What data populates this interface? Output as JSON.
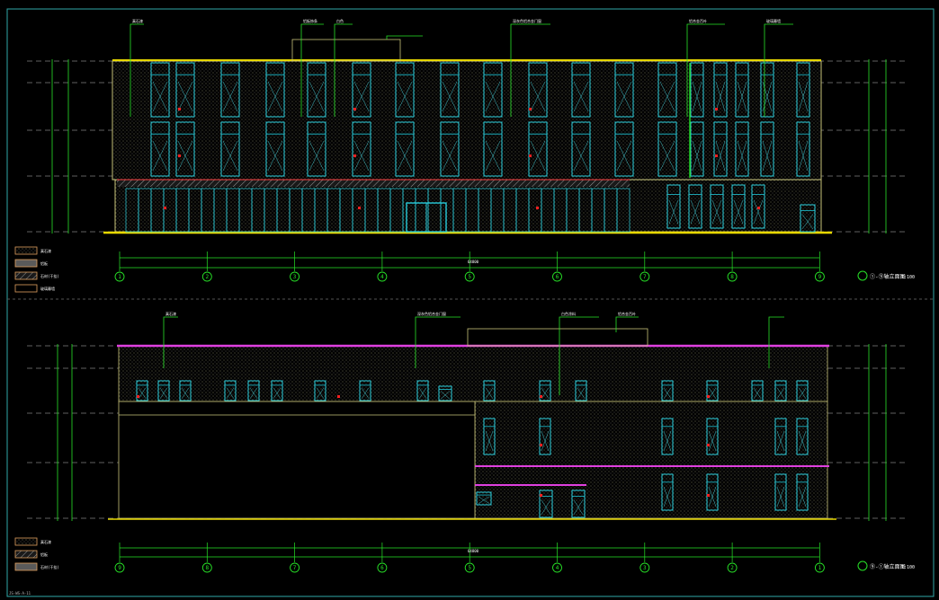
{
  "colors": {
    "background": "#000000",
    "frame": "#2fa7a7",
    "ground": "#e8d800",
    "glass": "#22c8d8",
    "grid": "#27e327",
    "dim": "#27e327",
    "note": "#ffffff",
    "parapet": "#e040e0",
    "accent_red": "#ff2020",
    "wall": "#3a3a3a",
    "frame_line": "#f0e0a0"
  },
  "elevation_top": {
    "axis_labels": [
      "1",
      "2",
      "3",
      "4",
      "5",
      "6",
      "7",
      "8",
      "9"
    ],
    "title": "①-⑨轴立面图",
    "scale": "1:100",
    "legend": [
      {
        "swatch": "swatch-dots",
        "label": "真石漆"
      },
      {
        "swatch": "swatch-gray",
        "label": "铝板"
      },
      {
        "swatch": "swatch-hatch",
        "label": "石材(干挂)"
      },
      {
        "swatch": "swatch-outline",
        "label": "玻璃幕墙"
      }
    ],
    "callouts": [
      "真石漆",
      "铝板饰条",
      "白色",
      "深灰色铝合金门窗",
      "铝合金百叶",
      "玻璃幕墙"
    ],
    "overall_dim": "64800"
  },
  "elevation_bottom": {
    "axis_labels": [
      "9",
      "8",
      "7",
      "6",
      "5",
      "4",
      "3",
      "2",
      "1"
    ],
    "title": "⑨-①轴立面图",
    "scale": "1:100",
    "legend": [
      {
        "swatch": "swatch-dots",
        "label": "真石漆"
      },
      {
        "swatch": "swatch-gray",
        "label": "铝板"
      },
      {
        "swatch": "swatch-hatch",
        "label": "石材(干挂)"
      }
    ],
    "callouts": [
      "真石漆",
      "深灰色铝合金门窗",
      "白色涂料",
      "铝合金百叶"
    ],
    "overall_dim": "64800"
  },
  "sheet_note": "JS-WS-A-11"
}
